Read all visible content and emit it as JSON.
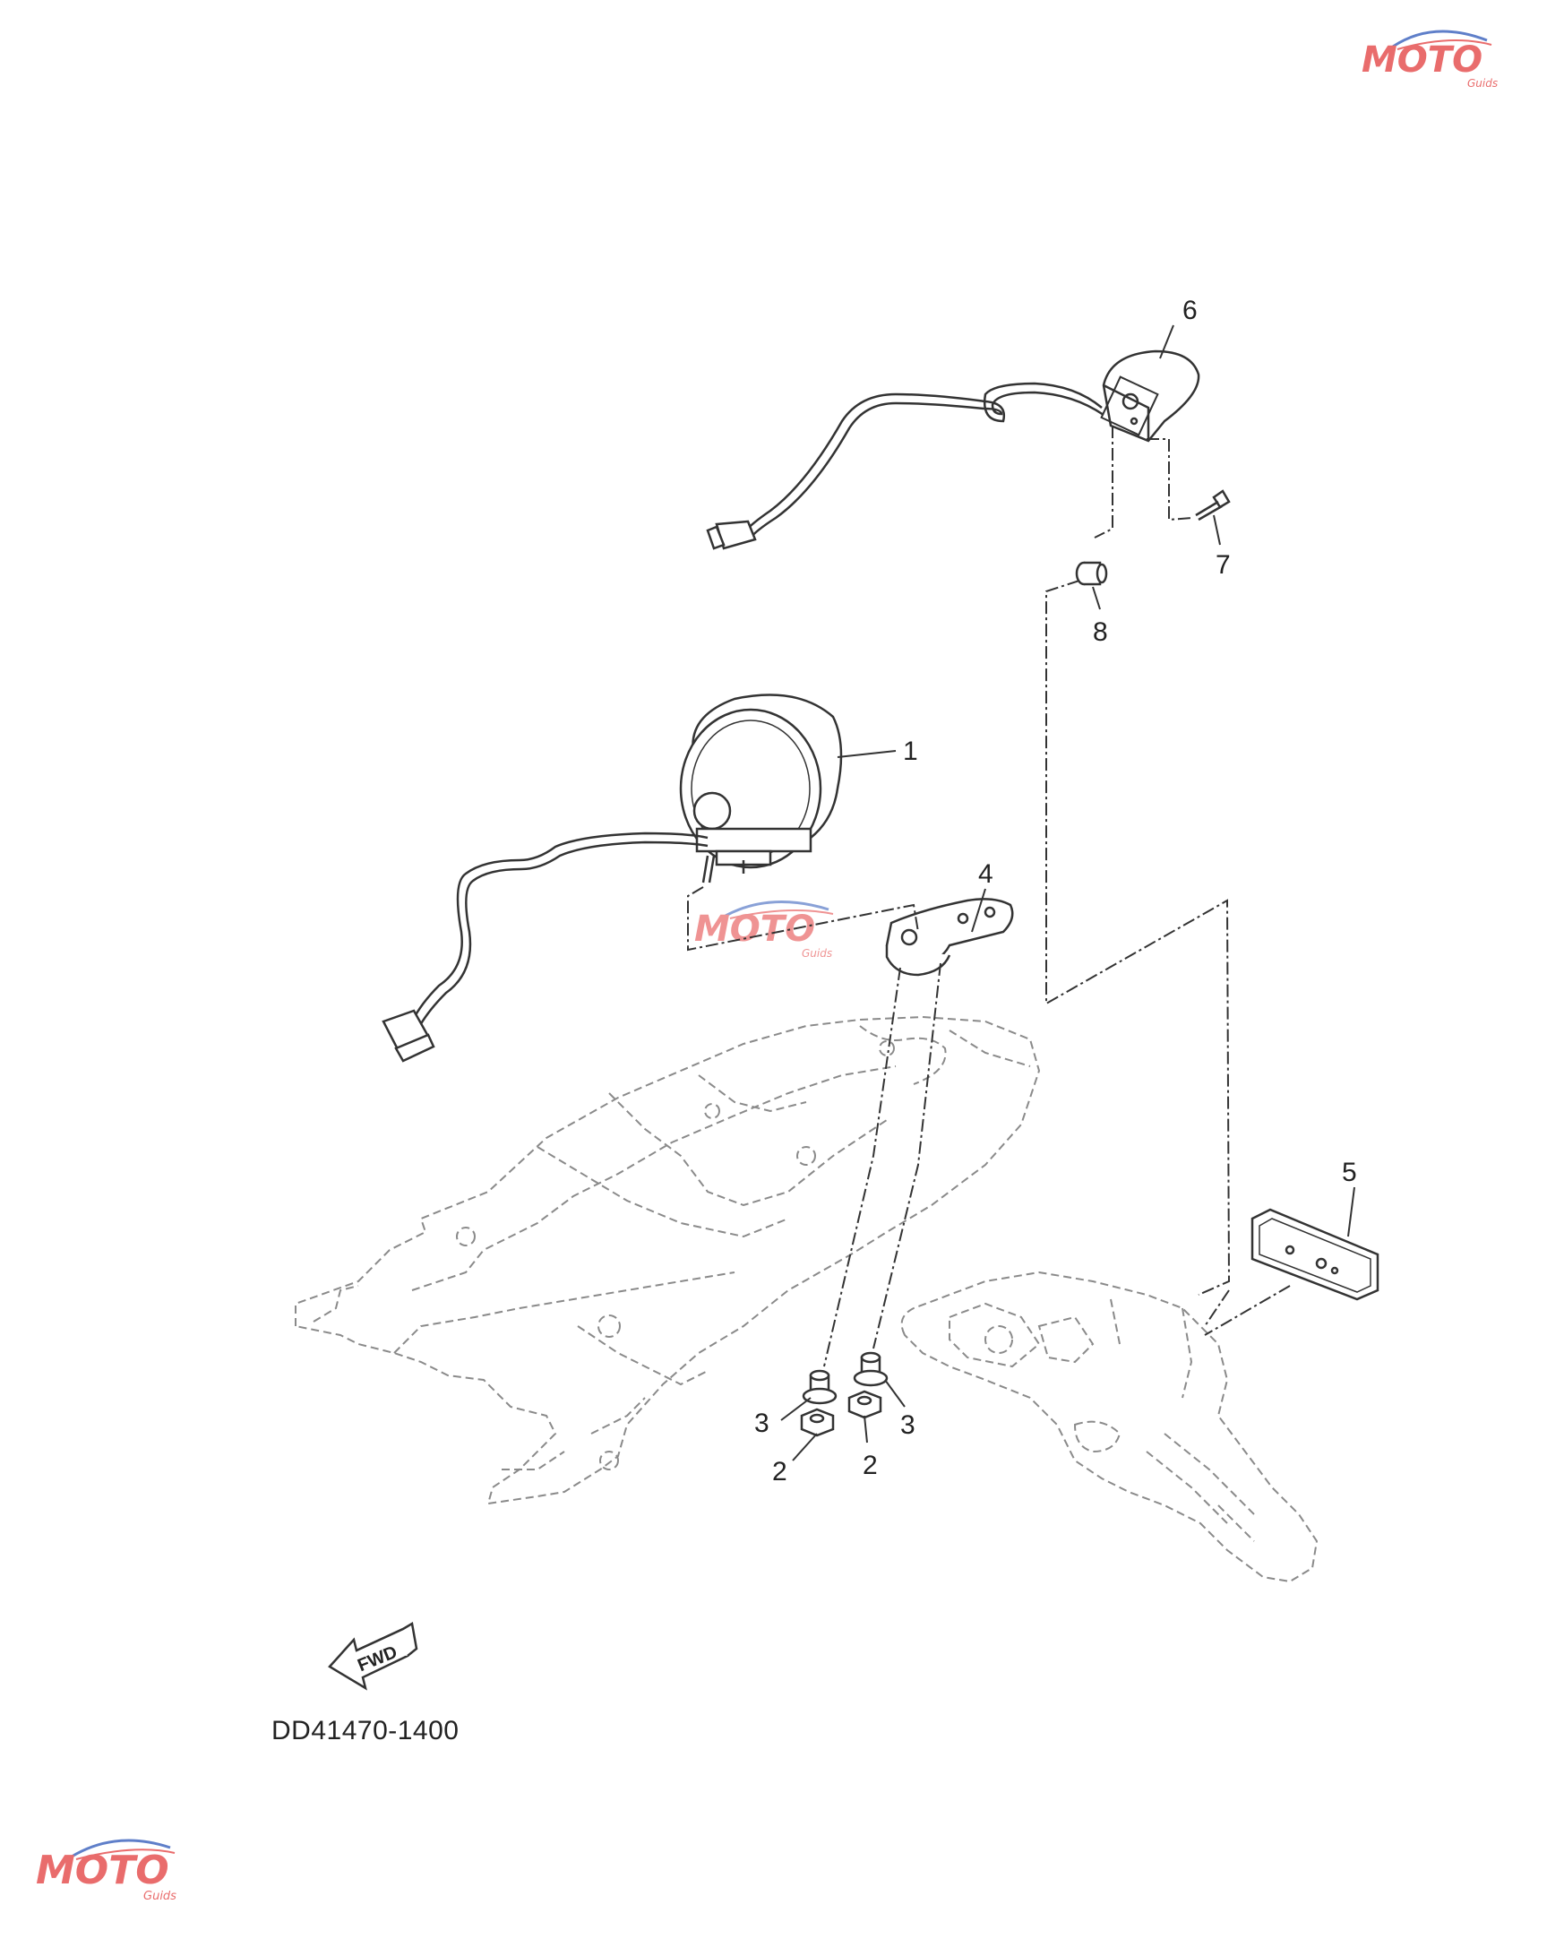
{
  "diagram": {
    "drawing_code": "DD41470-1400",
    "forward_label": "FWD",
    "callouts": [
      "1",
      "2",
      "2",
      "3",
      "3",
      "4",
      "5",
      "6",
      "7",
      "8"
    ]
  },
  "watermark": {
    "brand": "MOTO",
    "sub": "Guids"
  },
  "colors": {
    "line": "#333333",
    "ghost_line": "#8a8a8a",
    "watermark_red": "#e23b3b",
    "watermark_blue": "#2a55b8"
  }
}
